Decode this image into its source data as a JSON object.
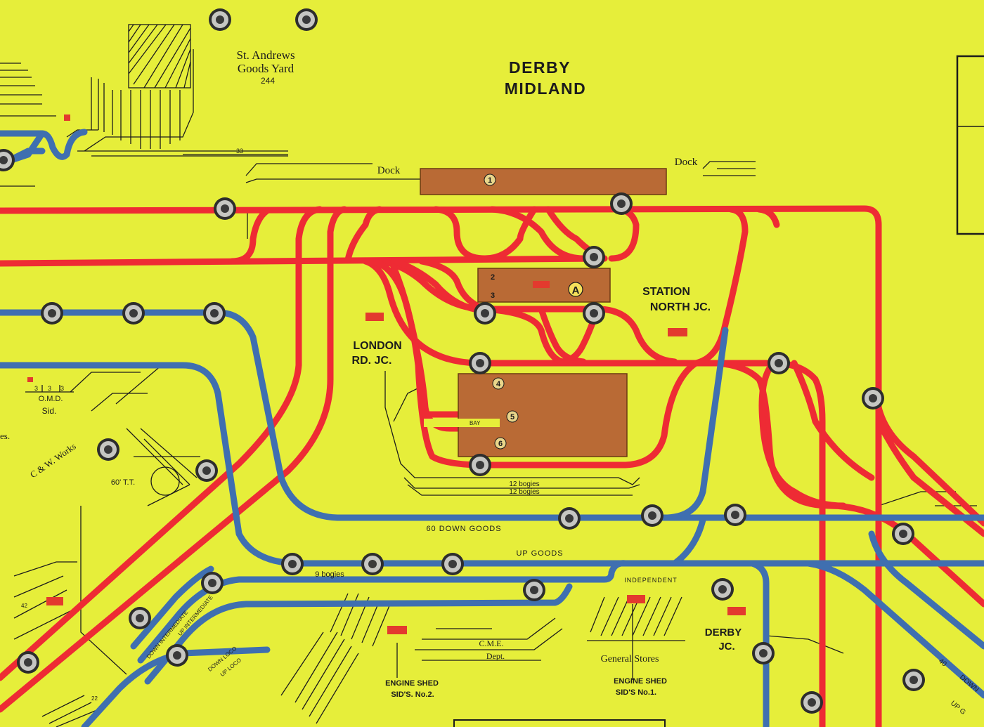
{
  "map": {
    "title_line1": "DERBY",
    "title_line2": "MIDLAND",
    "labels": {
      "goods_yard_name": "St. Andrews",
      "goods_yard_name2": "Goods Yard",
      "goods_yard_no": "244",
      "siding_33": "33",
      "dock_left": "Dock",
      "dock_right": "Dock",
      "station_north_1": "STATION",
      "station_north_2": "NORTH JC.",
      "london_rd_1": "LONDON",
      "london_rd_2": "RD. JC.",
      "omd_1": "O.M.D.",
      "omd_2": "Sid.",
      "omd_nums": "3",
      "cw_works": "C & W. Works",
      "tt": "60' T.T.",
      "bays_12a": "12 bogies",
      "bays_12b": "12 bogies",
      "down_goods": "60  DOWN GOODS",
      "up_goods": "UP GOODS",
      "bogies_9": "9 bogies",
      "independent": "INDEPENDENT",
      "down_intermediate": "DOWN INTERMEDIATE",
      "up_intermediate": "UP INTERMEDIATE",
      "down_loco": "DOWN LOCO",
      "up_loco": "UP LOCO",
      "cme_1": "C.M.E.",
      "cme_2": "Dept.",
      "general_stores": "General Stores",
      "engine_shed_2a": "ENGINE SHED",
      "engine_shed_2b": "SID'S. No.2.",
      "engine_shed_1a": "ENGINE SHED",
      "engine_shed_1b": "SID'S No.1.",
      "derby_jc_1": "DERBY",
      "derby_jc_2": "JC.",
      "down_right": "DOWN",
      "up_right": "UP G",
      "num_40": "40",
      "bay": "BAY",
      "es_left": "es.",
      "num_42": "42",
      "num_22": "22"
    },
    "platforms": [
      "1",
      "2",
      "3",
      "4",
      "5",
      "6"
    ],
    "platform_marker": "A",
    "colors": {
      "background": "#e6ee3a",
      "passenger_lines": "#ee2b34",
      "goods_lines": "#3f6fb0",
      "platforms": "#b96a35",
      "text": "#1c1c1c"
    }
  }
}
